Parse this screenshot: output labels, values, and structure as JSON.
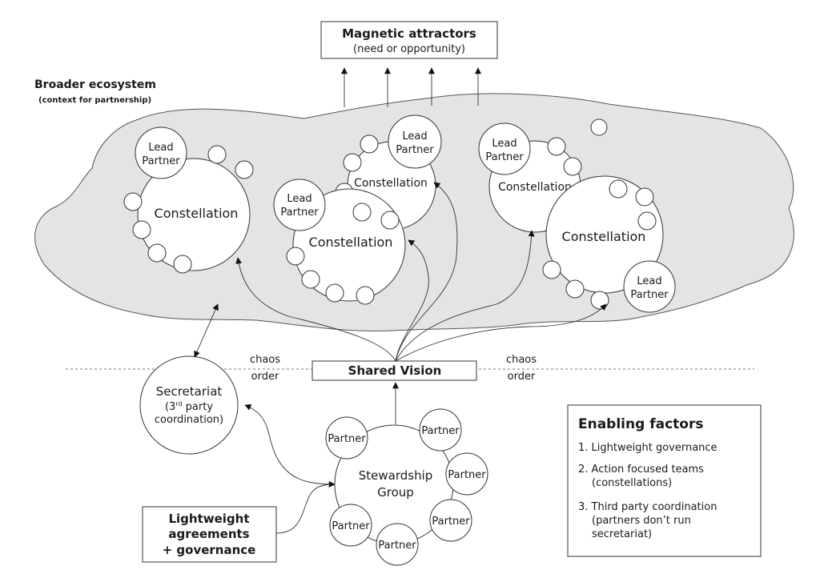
{
  "title_box": {
    "line1": "Magnetic attractors",
    "line2": "(need or opportunity)"
  },
  "ecosystem": {
    "title": "Broader ecosystem",
    "subtitle": "(context for partnership)"
  },
  "labels": {
    "lead_partner_l1": "Lead",
    "lead_partner_l2": "Partner",
    "constellation": "Constellation",
    "partner": "Partner",
    "chaos": "chaos",
    "order": "order"
  },
  "shared_vision": "Shared Vision",
  "secretariat": {
    "line1": "Secretariat",
    "line2_pre": "(3",
    "line2_sup": "rd",
    "line2_post": " party",
    "line3": "coordination)"
  },
  "stewardship": {
    "line1": "Stewardship",
    "line2": "Group"
  },
  "agreements": {
    "line1": "Lightweight",
    "line2": "agreements",
    "line3": "+ governance"
  },
  "enabling": {
    "title": "Enabling factors",
    "items": [
      {
        "line1": "1. Lightweight governance",
        "line2": ""
      },
      {
        "line1": "2. Action focused teams",
        "line2": "(constellations)"
      },
      {
        "line1": "3. Third party coordination",
        "line2": "(partners don’t run",
        "line3": "secretariat)"
      }
    ]
  }
}
